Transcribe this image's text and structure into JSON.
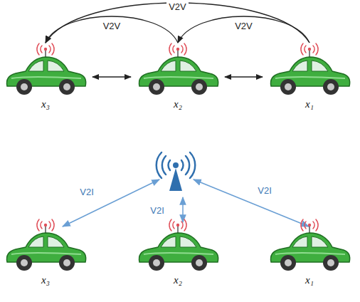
{
  "diagram": {
    "nodes": [
      {
        "text": [
          "x₃"
        ]
      },
      {
        "text": [
          "x₂"
        ]
      },
      {
        "text": [
          "x₁"
        ]
      },
      {
        "text": [
          "x₃"
        ]
      },
      {
        "text": [
          "x₂"
        ]
      },
      {
        "text": [
          "x₁"
        ]
      }
    ],
    "edges": [
      {
        "from": 2,
        "to": 1,
        "label": "V2V",
        "arrow": "to"
      },
      {
        "from": 1,
        "to": 0,
        "label": "V2V",
        "arrow": "to"
      },
      {
        "from": 2,
        "to": 0,
        "label": "V2V",
        "arrow": "to"
      },
      {
        "from": 0,
        "to": 1,
        "arrow": "both"
      },
      {
        "from": 1,
        "to": 2,
        "arrow": "both"
      }
    ],
    "labels": [
      "V2I",
      "V2I",
      "V2I"
    ]
  }
}
